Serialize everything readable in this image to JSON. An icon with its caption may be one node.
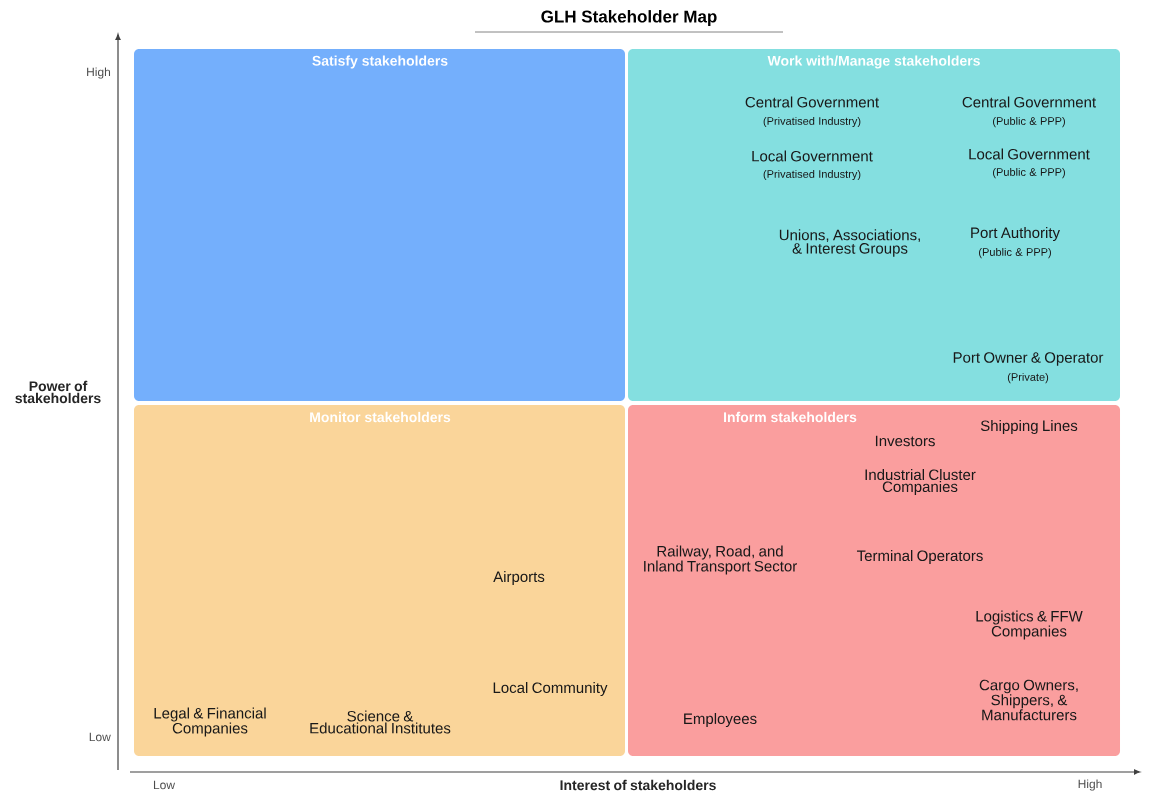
{
  "diagram": {
    "title": "GLH Stakeholder Map",
    "nodes": [
      {
        "text": [
          "Satisfy stakeholders"
        ]
      },
      {
        "text": [
          "Work with/Manage stakeholders",
          "Central Government",
          "(Privatised Industry)",
          "Central Government",
          "(Public & PPP)",
          "Local Government",
          "(Privatised Industry)",
          "Local Government",
          "(Public & PPP)",
          "Unions, Associations, & Interest Groups",
          "Port Authority",
          "(Public & PPP)",
          "Port Owner & Operator",
          "(Private)"
        ]
      },
      {
        "text": [
          "Monitor stakeholders",
          "Airports",
          "Local Community",
          "Legal & Financial Companies",
          "Science & Educational Institutes"
        ]
      },
      {
        "text": [
          "Inform stakeholders",
          "Shipping Lines",
          "Investors",
          "Industrial Cluster Companies",
          "Railway, Road, and Inland Transport Sector",
          "Terminal Operators",
          "Logistics & FFW Companies",
          "Cargo Owners, Shippers, & Manufacturers",
          "Employees"
        ]
      }
    ],
    "labels": [
      "High",
      "Power of stakeholders",
      "Low",
      "Low",
      "Interest of stakeholders",
      "High"
    ]
  }
}
